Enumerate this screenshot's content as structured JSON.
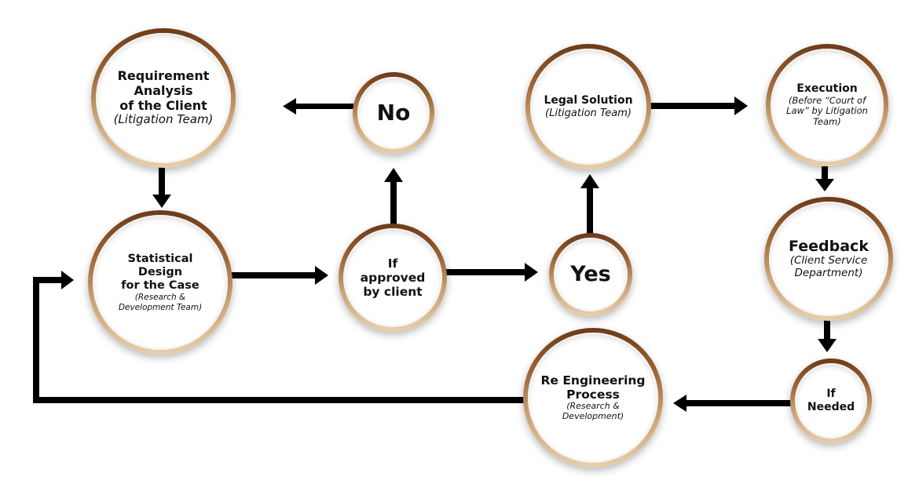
{
  "colors": {
    "ring_dark": "#6b3a17",
    "ring_light": "#e8cfa8",
    "arrow": "#000000",
    "text": "#111111"
  },
  "nodes": {
    "requirement_analysis": {
      "title_lines": [
        "Requirement",
        "Analysis",
        "of the Client"
      ],
      "subtitle_lines": [
        "(Litigation Team)"
      ]
    },
    "no": {
      "title_lines": [
        "No"
      ]
    },
    "legal_solution": {
      "title_lines": [
        "Legal Solution"
      ],
      "subtitle_lines": [
        "(Litigation Team)"
      ]
    },
    "execution": {
      "title_lines": [
        "Execution"
      ],
      "subtitle_lines": [
        "(Before “Court of",
        "Law” by Litigation",
        "Team)"
      ]
    },
    "statistical_design": {
      "title_lines": [
        "Statistical Design",
        "for the Case"
      ],
      "subtitle_lines": [
        "(Research &",
        "Development Team)"
      ]
    },
    "if_approved": {
      "title_lines": [
        "If approved",
        "by client"
      ]
    },
    "yes": {
      "title_lines": [
        "Yes"
      ]
    },
    "feedback": {
      "title_lines": [
        "Feedback"
      ],
      "subtitle_lines": [
        "(Client Service",
        "Department)"
      ]
    },
    "re_engineering": {
      "title_lines": [
        "Re Engineering",
        "Process"
      ],
      "subtitle_lines": [
        "(Research &",
        "Development)"
      ]
    },
    "if_needed": {
      "title_lines": [
        "If Needed"
      ]
    }
  }
}
